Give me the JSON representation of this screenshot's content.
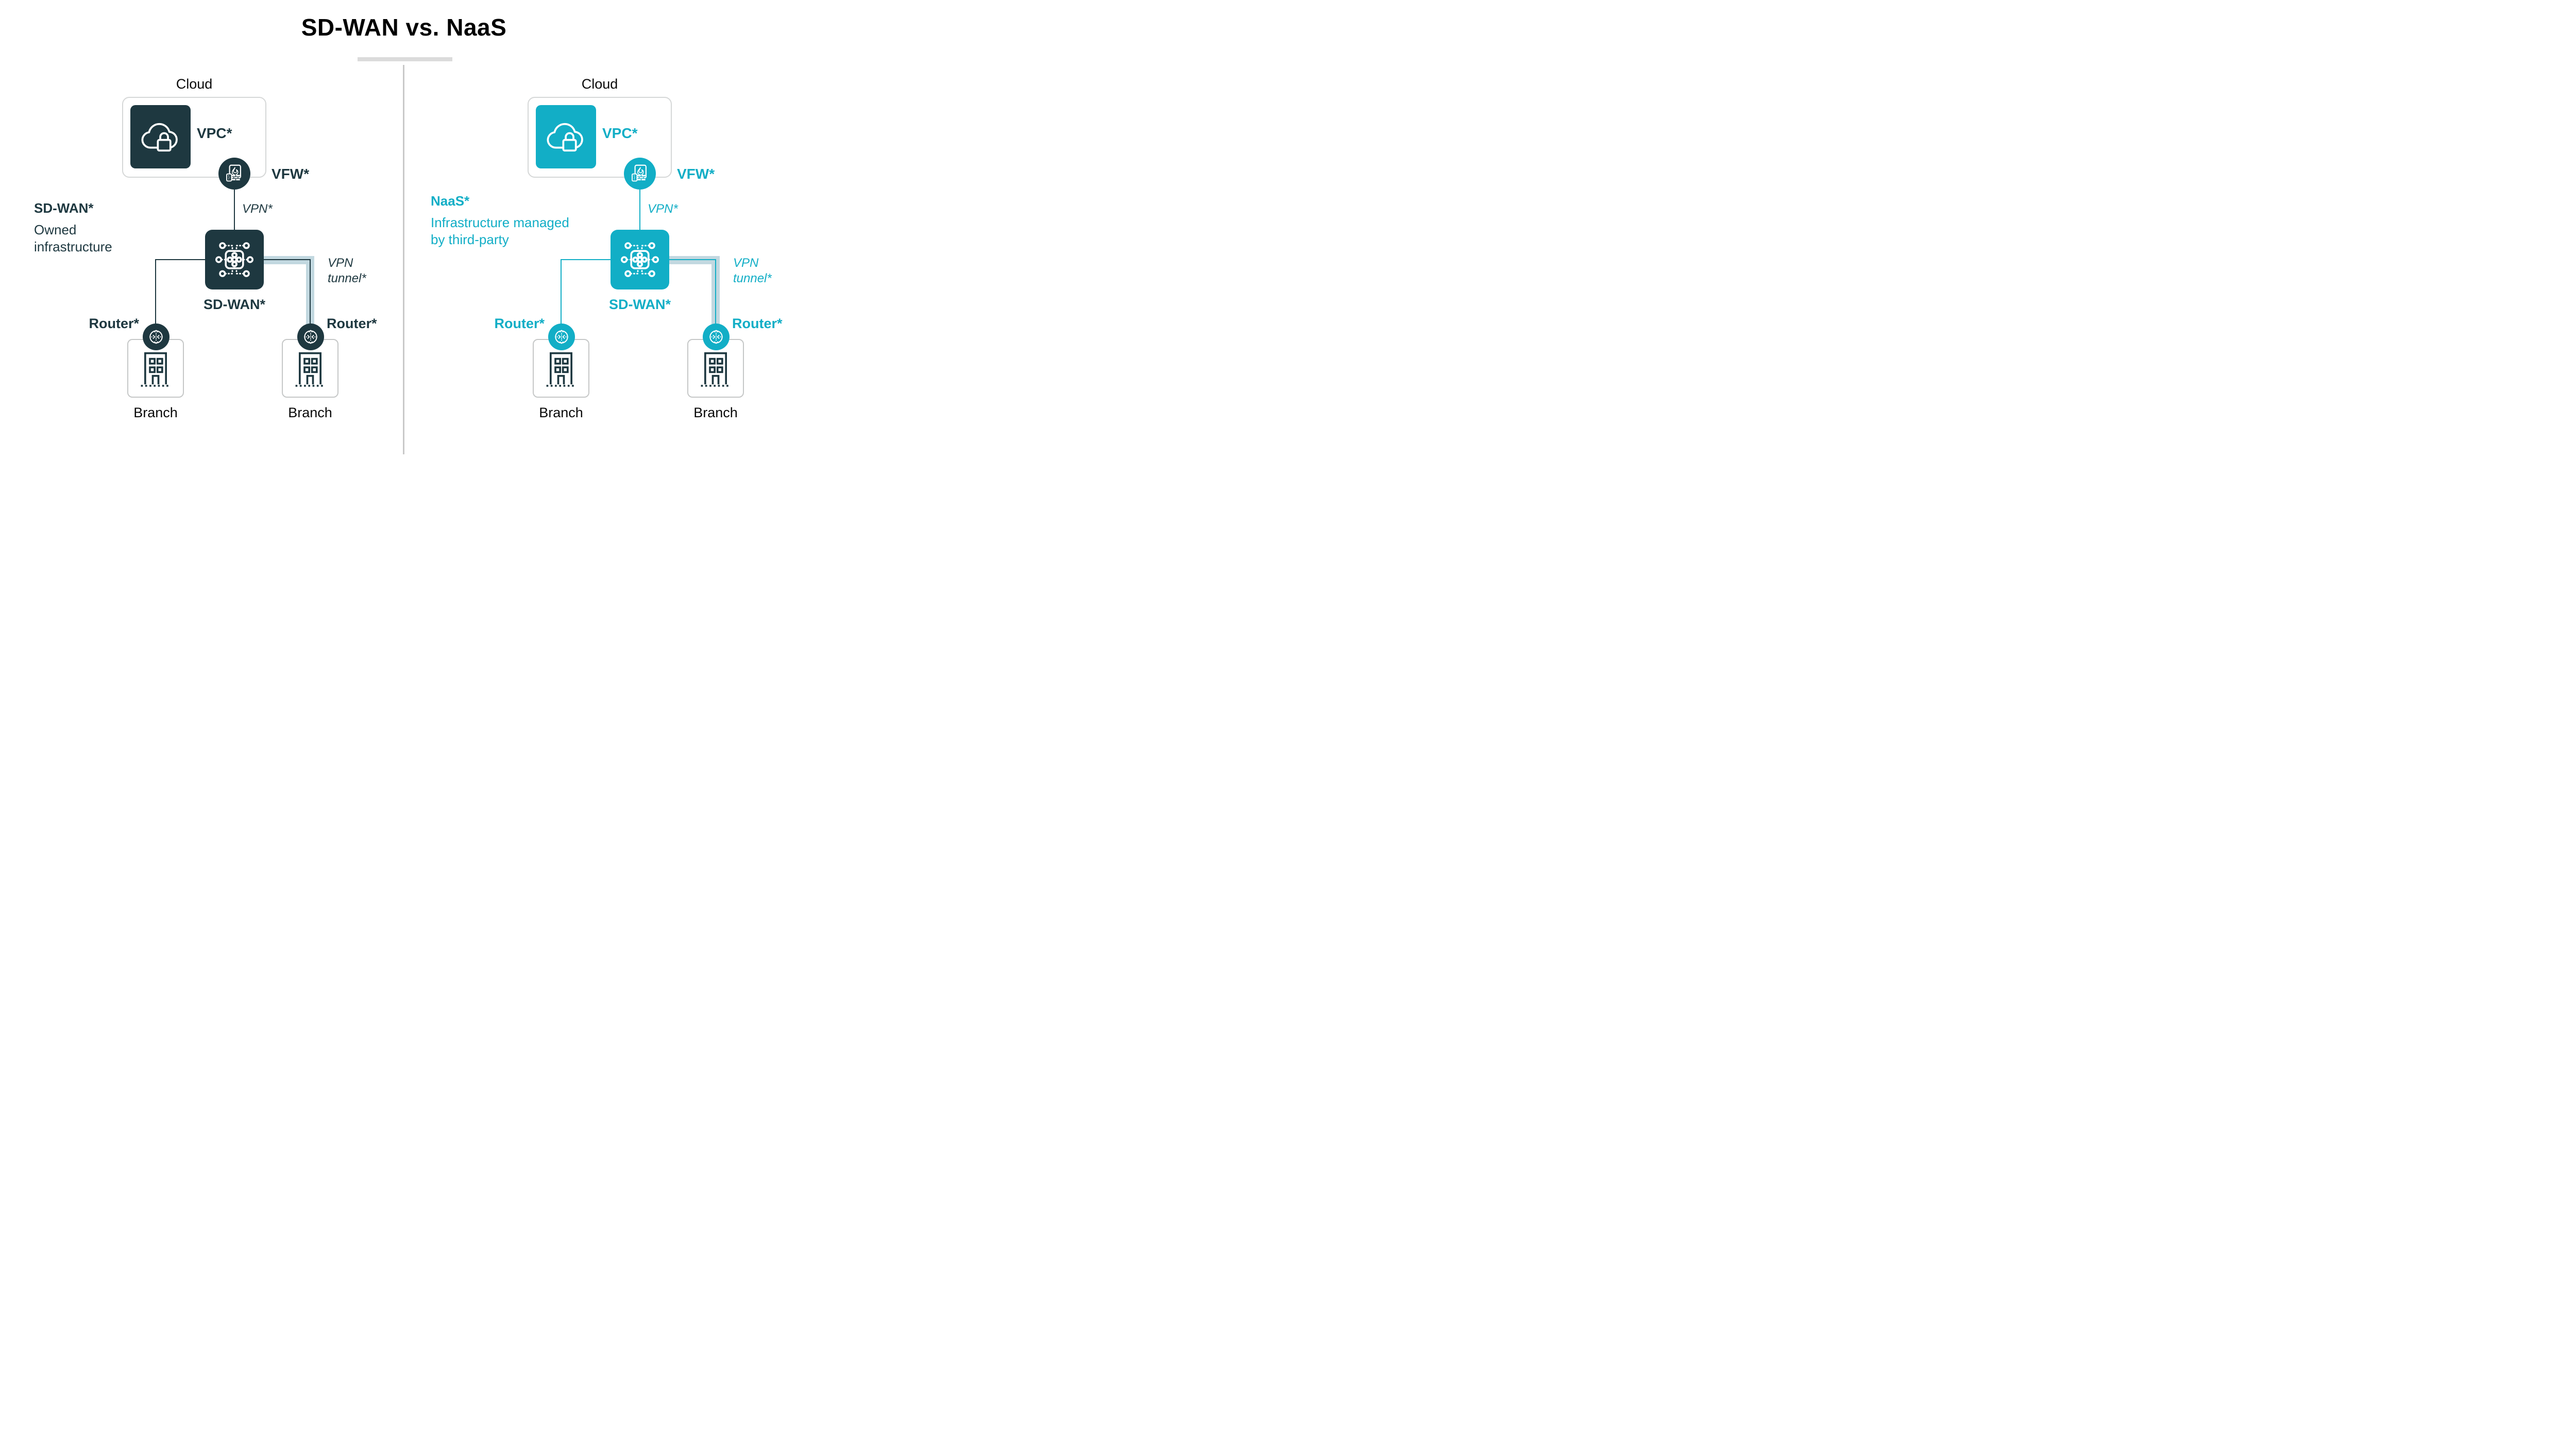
{
  "title": "SD-WAN vs. NaaS",
  "colors": {
    "dark": "#1E3840",
    "teal": "#12AEC6",
    "tunnel_band": "#C2D8E0",
    "divider": "#C9C9C9",
    "title_underline": "#DBDBDB",
    "cloud_box_border": "#D5D7D7",
    "branch_box_border": "#C5C7C7",
    "title_color": "#000000",
    "black_text": "#0A0A0A"
  },
  "icons": {
    "vpc": "cloud-lock-icon",
    "vfw": "firewall-icon",
    "sdwan": "mesh-router-icon",
    "router": "route-arrows-icon",
    "branch": "office-building-icon"
  },
  "panels": {
    "left": {
      "cloud_label": "Cloud",
      "vpc_label": "VPC*",
      "vfw_label": "VFW*",
      "vpn_label": "VPN*",
      "sdwan_label": "SD-WAN*",
      "note_heading": "SD-WAN*",
      "note_line1": "Owned",
      "note_line2": "infrastructure",
      "vpn_tunnel_line1": "VPN",
      "vpn_tunnel_line2": "tunnel*",
      "router_label_left": "Router*",
      "router_label_right": "Router*",
      "branch_label_left": "Branch",
      "branch_label_right": "Branch"
    },
    "right": {
      "cloud_label": "Cloud",
      "vpc_label": "VPC*",
      "vfw_label": "VFW*",
      "vpn_label": "VPN*",
      "sdwan_label": "SD-WAN*",
      "note_heading": "NaaS*",
      "note_line1": "Infrastructure managed",
      "note_line2": "by third-party",
      "vpn_tunnel_line1": "VPN",
      "vpn_tunnel_line2": "tunnel*",
      "router_label_left": "Router*",
      "router_label_right": "Router*",
      "branch_label_left": "Branch",
      "branch_label_right": "Branch"
    }
  }
}
